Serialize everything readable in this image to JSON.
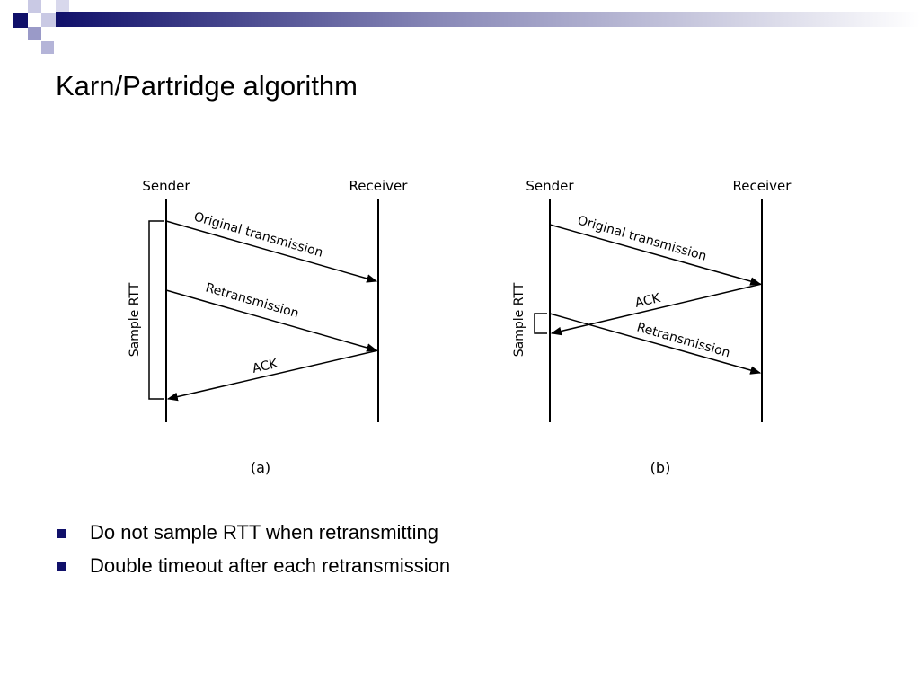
{
  "slide": {
    "title": "Karn/Partridge algorithm",
    "accent_color": "#10106a"
  },
  "diagram": {
    "panels": [
      {
        "label": "(a)",
        "sender": "Sender",
        "receiver": "Receiver",
        "bracket_label": "Sample RTT",
        "messages": [
          "Original transmission",
          "Retransmission",
          "ACK"
        ]
      },
      {
        "label": "(b)",
        "sender": "Sender",
        "receiver": "Receiver",
        "bracket_label": "Sample RTT",
        "messages": [
          "Original transmission",
          "ACK",
          "Retransmission"
        ]
      }
    ]
  },
  "bullets": [
    "Do not sample RTT when retransmitting",
    "Double timeout after each retransmission"
  ]
}
